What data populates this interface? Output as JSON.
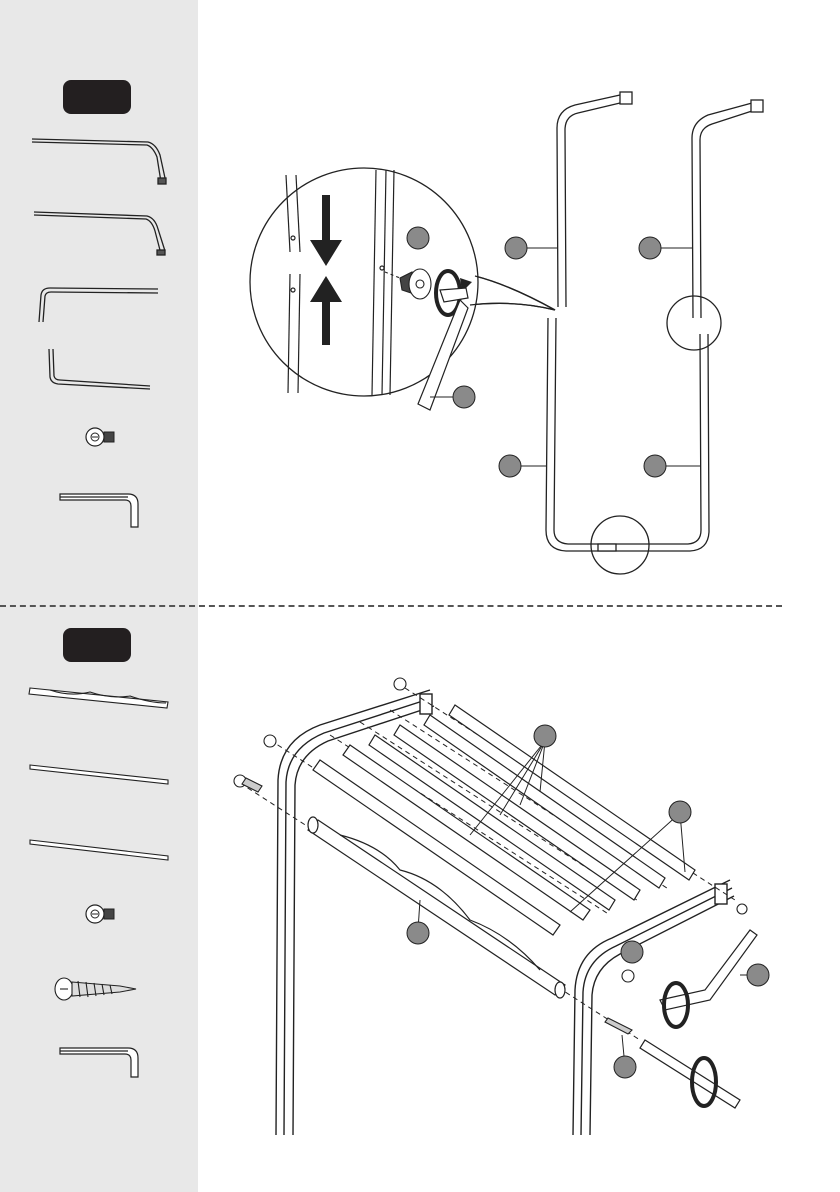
{
  "step1": {
    "badge": "",
    "parts": [
      {
        "name": "top-frame-rail-left",
        "icon": "bent-tube"
      },
      {
        "name": "top-frame-rail-right",
        "icon": "bent-tube"
      },
      {
        "name": "lower-frame-left",
        "icon": "l-tube"
      },
      {
        "name": "lower-frame-right",
        "icon": "l-tube"
      },
      {
        "name": "screw",
        "icon": "bolt-icon"
      },
      {
        "name": "allen-key",
        "icon": "hex-key-icon"
      }
    ],
    "callouts": [
      "",
      "",
      "",
      "",
      "",
      "",
      ""
    ]
  },
  "step2": {
    "badge": "",
    "parts": [
      {
        "name": "twisted-rail",
        "icon": "twisted-rod"
      },
      {
        "name": "rod-long",
        "icon": "rod"
      },
      {
        "name": "rod-short",
        "icon": "rod"
      },
      {
        "name": "screw",
        "icon": "bolt-icon"
      },
      {
        "name": "wood-screw",
        "icon": "wood-screw-icon"
      },
      {
        "name": "allen-key",
        "icon": "hex-key-icon"
      }
    ],
    "callouts": [
      "",
      "",
      "",
      "",
      "",
      ""
    ]
  },
  "colors": {
    "sidebar": "#e8e8e8",
    "badge": "#231f20",
    "callout": "#8a8a8a",
    "line": "#222222"
  }
}
